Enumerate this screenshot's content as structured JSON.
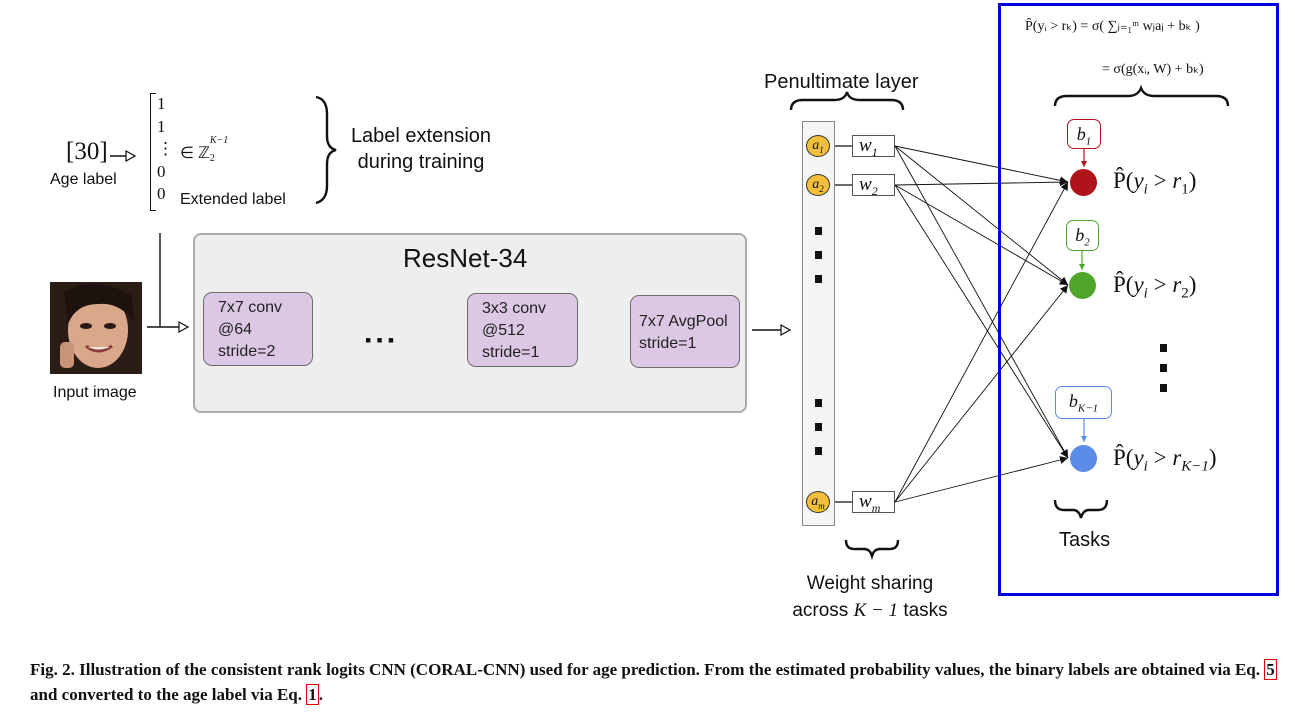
{
  "age_label": {
    "value": "[30]",
    "caption": "Age label"
  },
  "extended_label": {
    "vector": [
      "1",
      "1",
      "⋮",
      "0",
      "0"
    ],
    "set": "∈ ℤ",
    "set_sup": "K−1",
    "set_sub": "2",
    "caption": "Extended label"
  },
  "label_extension": {
    "line1": "Label extension",
    "line2": "during training"
  },
  "input_image": {
    "caption": "Input image"
  },
  "resnet": {
    "title": "ResNet-34",
    "ellipsis": "▪▪▪",
    "layers": [
      {
        "line1": "7x7 conv",
        "line2": "@64",
        "line3": "stride=2"
      },
      {
        "line1": "3x3 conv",
        "line2": "@512",
        "line3": "stride=1"
      },
      {
        "line1": "7x7 AvgPool",
        "line2": "stride=1"
      }
    ]
  },
  "penultimate": {
    "title": "Penultimate layer",
    "nodes": [
      {
        "base": "a",
        "sub": "1"
      },
      {
        "base": "a",
        "sub": "2"
      },
      {
        "base": "a",
        "sub": "m"
      }
    ],
    "weights": [
      {
        "base": "w",
        "sub": "1"
      },
      {
        "base": "w",
        "sub": "2"
      },
      {
        "base": "w",
        "sub": "m"
      }
    ],
    "caption_line1": "Weight sharing",
    "caption_line2_prefix": "across ",
    "caption_line2_math": "K − 1",
    "caption_line2_suffix": " tasks"
  },
  "formula": {
    "line1": "P̂(yᵢ > rₖ) = σ( ∑ⱼ₌₁ᵐ wⱼaⱼ + bₖ )",
    "line2": "= σ(g(xᵢ, W) + bₖ)"
  },
  "tasks": {
    "caption": "Tasks",
    "items": [
      {
        "bias_base": "b",
        "bias_sub": "1",
        "prob_sub": "1",
        "color": "#b0141b"
      },
      {
        "bias_base": "b",
        "bias_sub": "2",
        "prob_sub": "2",
        "color": "#4fa62a"
      },
      {
        "bias_base": "b",
        "bias_sub": "K−1",
        "prob_sub": "K−1",
        "color": "#5b8de8"
      }
    ],
    "prob_prefix": "P̂(",
    "prob_var": "y",
    "prob_var_sub": "i",
    "prob_mid": " > ",
    "prob_r": "r",
    "prob_suffix": ")"
  },
  "highlight_color": "#0000dd",
  "caption": {
    "part1": "Fig. 2. Illustration of the consistent rank logits CNN (CORAL-CNN) used for age prediction. From the estimated probability values, the binary labels are obtained via Eq. ",
    "ref1": "5",
    "part2": " and converted to the age label via Eq. ",
    "ref2": "1",
    "part3": "."
  }
}
